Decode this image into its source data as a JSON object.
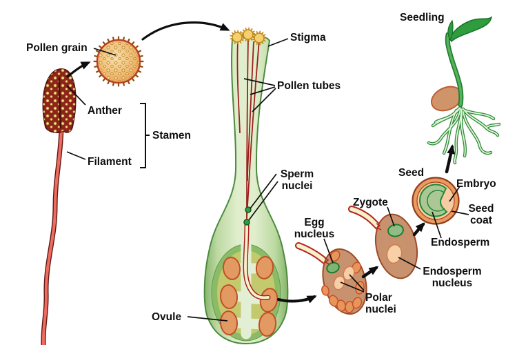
{
  "labels": {
    "pollen_grain": "Pollen grain",
    "anther": "Anther",
    "stamen": "Stamen",
    "filament": "Filament",
    "stigma": "Stigma",
    "pollen_tubes": "Pollen tubes",
    "sperm_nuclei": [
      "Sperm",
      "nuclei"
    ],
    "egg_nucleus": [
      "Egg",
      "nucleus"
    ],
    "ovule": "Ovule",
    "polar_nuclei": [
      "Polar",
      "nuclei"
    ],
    "zygote": "Zygote",
    "endosperm_nucleus": [
      "Endosperm",
      "nucleus"
    ],
    "seed": "Seed",
    "embryo": "Embryo",
    "seed_coat": [
      "Seed",
      "coat"
    ],
    "endosperm": "Endosperm",
    "seedling": "Seedling"
  },
  "colors": {
    "background": "#ffffff",
    "label_text": "#0e0e0e",
    "arrow": "#0e0e0e",
    "anther": "#8e231c",
    "pollen_dot": "#f8e487",
    "filament": "#ee6c5f",
    "style_edge": "#4c8a3e",
    "pollen_tube_red": "#9c1f1c",
    "pollen_tube_cream": "#f7f1ca",
    "sperm_nucleus_green": "#2f9e44",
    "ovary_inner_yellow": "#c3ca6e",
    "ovule_orange": "#e39a62",
    "ovule_body_tan": "#c9926f",
    "egg_nucleus_green": "#7fb573",
    "zygote_green": "#90bd85",
    "polar_nucleus_peach": "#f7cda5",
    "endosperm_nucleus_peach": "#f8cfa6",
    "seed_coat_orange": "#e99b60",
    "endosperm_peach": "#f7cba3",
    "embryo_green": "#abc795",
    "seedling_green": "#2f9c3e"
  }
}
